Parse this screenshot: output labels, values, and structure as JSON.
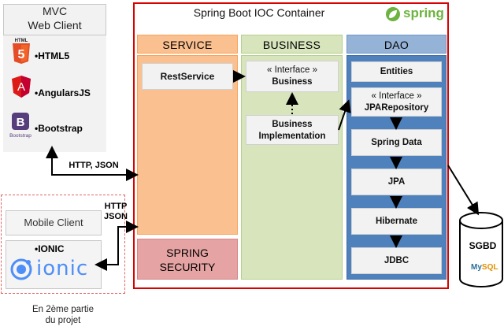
{
  "mvc_client": {
    "title_line1": "MVC",
    "title_line2": "Web Client",
    "items": [
      {
        "label": "•HTML5",
        "icon": "html5-icon",
        "badge": "HTML",
        "glyph": "5"
      },
      {
        "label": "•AngularsJS",
        "icon": "angularjs-icon",
        "glyph": "A"
      },
      {
        "label": "•Bootstrap",
        "icon": "bootstrap-icon",
        "glyph": "B",
        "caption": "Bootstrap"
      }
    ]
  },
  "mobile_client": {
    "title": "Mobile Client",
    "ionic_label": "•IONIC",
    "ionic_logo_text": "ionic",
    "footnote_line1": "En 2ème partie",
    "footnote_line2": "du projet"
  },
  "edges": {
    "web_to_service": "HTTP, JSON",
    "mobile_to_service_line1": "HTTP",
    "mobile_to_service_line2": "JSON"
  },
  "container": {
    "title": "Spring Boot IOC Container",
    "logo_text": "spring"
  },
  "columns": {
    "service": {
      "header": "SERVICE",
      "box": "RestService"
    },
    "security": {
      "line1": "SPRING",
      "line2": "SECURITY"
    },
    "business": {
      "header": "BUSINESS",
      "interface_line1": "« Interface »",
      "interface_line2": "Business",
      "impl_line1": "Business",
      "impl_line2": "Implementation"
    },
    "dao": {
      "header": "DAO",
      "entities": "Entities",
      "repo_line1": "« Interface »",
      "repo_line2": "JPARepository",
      "spring_data": "Spring Data",
      "jpa": "JPA",
      "hibernate": "Hibernate",
      "jdbc": "JDBC"
    }
  },
  "database": {
    "label": "SGBD",
    "logo_a": "My",
    "logo_b": "SQL"
  },
  "colors": {
    "container_border": "#d90000",
    "service": "#fac090",
    "security": "#e6a3a3",
    "business": "#d7e4bc",
    "dao": "#4f81bd",
    "spring_green": "#6db33f"
  }
}
